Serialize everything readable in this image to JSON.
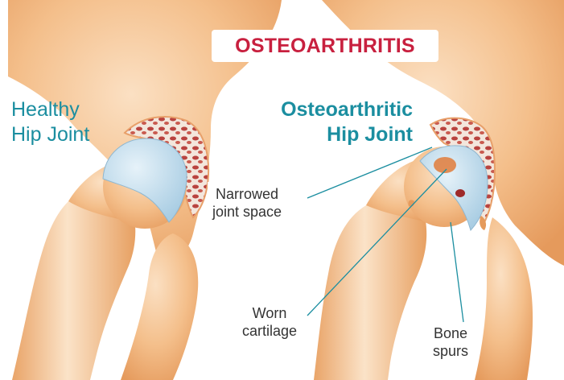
{
  "title": "OSTEOARTHRITIS",
  "healthy": {
    "line1": "Healthy",
    "line2": "Hip Joint"
  },
  "osteo": {
    "line1": "Osteoarthritic",
    "line2": "Hip Joint"
  },
  "labels": {
    "narrowed": {
      "line1": "Narrowed",
      "line2": "joint space"
    },
    "worn": {
      "line1": "Worn",
      "line2": "cartilage"
    },
    "spurs": {
      "line1": "Bone",
      "line2": "spurs"
    }
  },
  "colors": {
    "title": "#c8203f",
    "heading": "#1b8ea0",
    "bone": "#f2b47c",
    "cartilage": "#bcd9ea",
    "leader": "#1b8ea0"
  }
}
